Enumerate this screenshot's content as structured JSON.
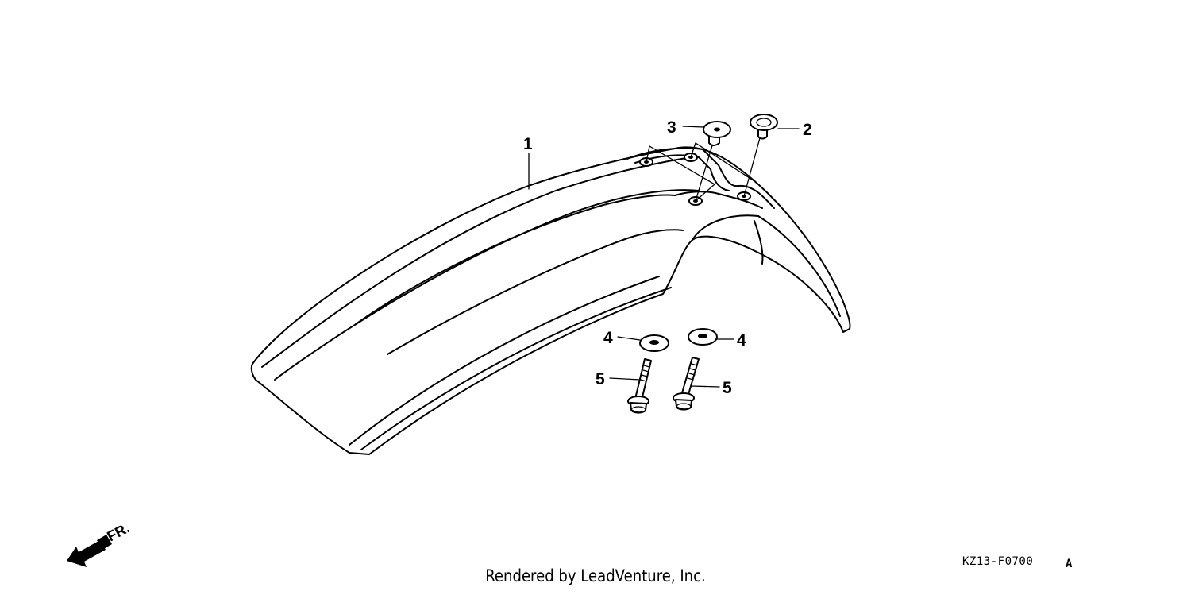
{
  "callouts": [
    {
      "ref": "fender",
      "label": "1"
    },
    {
      "ref": "grommet-right",
      "label": "2"
    },
    {
      "ref": "grommet-left",
      "label": "3"
    },
    {
      "ref": "washer-left",
      "label": "4"
    },
    {
      "ref": "washer-right",
      "label": "4"
    },
    {
      "ref": "bolt-left",
      "label": "5"
    },
    {
      "ref": "bolt-right",
      "label": "5"
    }
  ],
  "direction_label": "FR.",
  "drawing_code": "KZ13-F0700",
  "drawing_revision": "A",
  "credit": "Rendered by LeadVenture, Inc."
}
